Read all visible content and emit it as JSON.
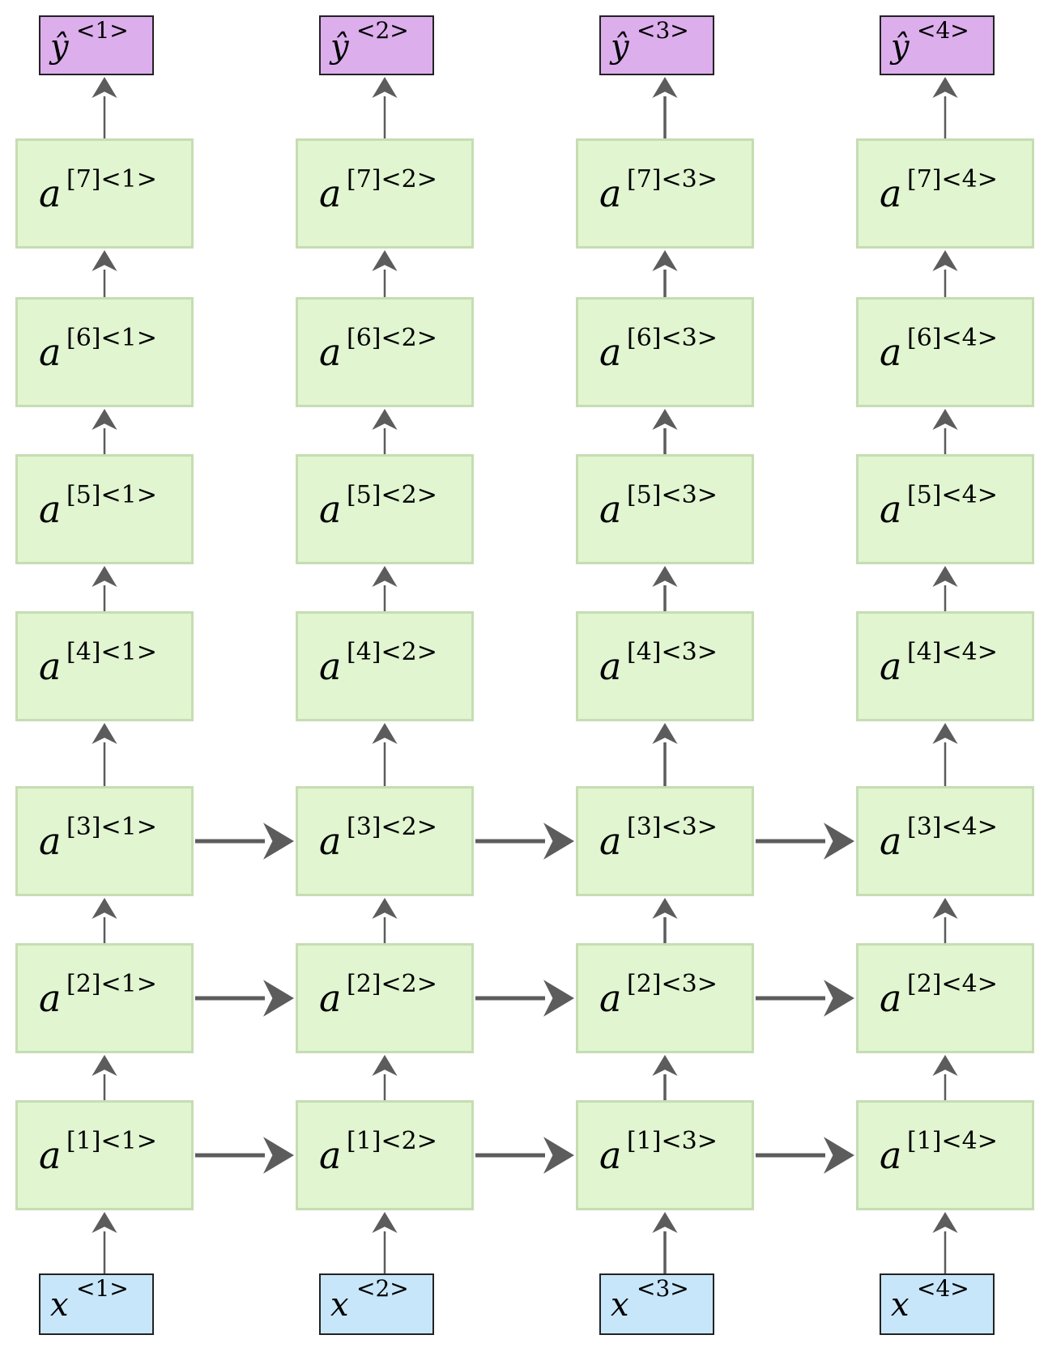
{
  "diagram": {
    "type": "deep-rnn",
    "timesteps": [
      "1",
      "2",
      "3",
      "4"
    ],
    "layers": [
      "1",
      "2",
      "3",
      "4",
      "5",
      "6",
      "7"
    ],
    "recurrent_layers": [
      "1",
      "2",
      "3"
    ],
    "outputs": [
      {
        "base": "ŷ",
        "sup": "<1>"
      },
      {
        "base": "ŷ",
        "sup": "<2>"
      },
      {
        "base": "ŷ",
        "sup": "<3>"
      },
      {
        "base": "ŷ",
        "sup": "<4>"
      }
    ],
    "inputs": [
      {
        "base": "x",
        "sup": "<1>"
      },
      {
        "base": "x",
        "sup": "<2>"
      },
      {
        "base": "x",
        "sup": "<3>"
      },
      {
        "base": "x",
        "sup": "<4>"
      }
    ],
    "hidden": [
      [
        {
          "base": "a",
          "sup": "[1]<1>"
        },
        {
          "base": "a",
          "sup": "[1]<2>"
        },
        {
          "base": "a",
          "sup": "[1]<3>"
        },
        {
          "base": "a",
          "sup": "[1]<4>"
        }
      ],
      [
        {
          "base": "a",
          "sup": "[2]<1>"
        },
        {
          "base": "a",
          "sup": "[2]<2>"
        },
        {
          "base": "a",
          "sup": "[2]<3>"
        },
        {
          "base": "a",
          "sup": "[2]<4>"
        }
      ],
      [
        {
          "base": "a",
          "sup": "[3]<1>"
        },
        {
          "base": "a",
          "sup": "[3]<2>"
        },
        {
          "base": "a",
          "sup": "[3]<3>"
        },
        {
          "base": "a",
          "sup": "[3]<4>"
        }
      ],
      [
        {
          "base": "a",
          "sup": "[4]<1>"
        },
        {
          "base": "a",
          "sup": "[4]<2>"
        },
        {
          "base": "a",
          "sup": "[4]<3>"
        },
        {
          "base": "a",
          "sup": "[4]<4>"
        }
      ],
      [
        {
          "base": "a",
          "sup": "[5]<1>"
        },
        {
          "base": "a",
          "sup": "[5]<2>"
        },
        {
          "base": "a",
          "sup": "[5]<3>"
        },
        {
          "base": "a",
          "sup": "[5]<4>"
        }
      ],
      [
        {
          "base": "a",
          "sup": "[6]<1>"
        },
        {
          "base": "a",
          "sup": "[6]<2>"
        },
        {
          "base": "a",
          "sup": "[6]<3>"
        },
        {
          "base": "a",
          "sup": "[6]<4>"
        }
      ],
      [
        {
          "base": "a",
          "sup": "[7]<1>"
        },
        {
          "base": "a",
          "sup": "[7]<2>"
        },
        {
          "base": "a",
          "sup": "[7]<3>"
        },
        {
          "base": "a",
          "sup": "[7]<4>"
        }
      ]
    ],
    "colors": {
      "hidden_fill": "#e0f5d0",
      "output_fill": "#dcaeec",
      "input_fill": "#c8e6fa",
      "arrow": "#5c5c5c"
    }
  }
}
